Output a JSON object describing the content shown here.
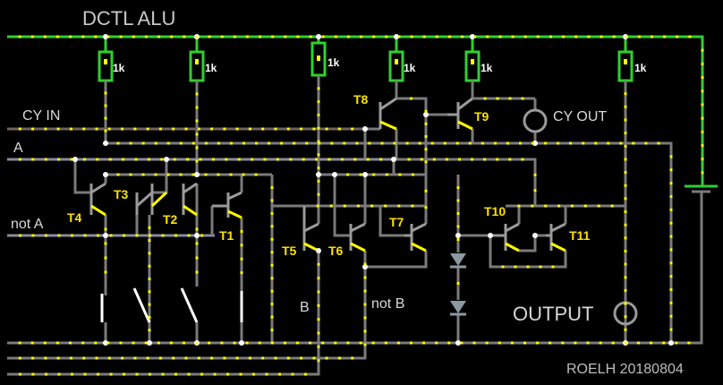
{
  "title": "DCTL  ALU",
  "credit": "ROELH  20180804",
  "inputs": {
    "cy_in": "CY IN",
    "a": "A",
    "not_a": "not A",
    "b": "B",
    "not_b": "not B"
  },
  "outputs": {
    "cy_out": "CY OUT",
    "output": "OUTPUT"
  },
  "resistors": [
    "1k",
    "1k",
    "1k",
    "1k",
    "1k",
    "1k"
  ],
  "transistors": [
    "T1",
    "T2",
    "T3",
    "T4",
    "T5",
    "T6",
    "T7",
    "T8",
    "T9",
    "T10",
    "T11"
  ],
  "colors": {
    "background": "#000000",
    "power_rail": "#2fd02f",
    "current_dot": "#ffff00",
    "transistor_label": "#ffe000",
    "diode": "#8a9aa0"
  }
}
